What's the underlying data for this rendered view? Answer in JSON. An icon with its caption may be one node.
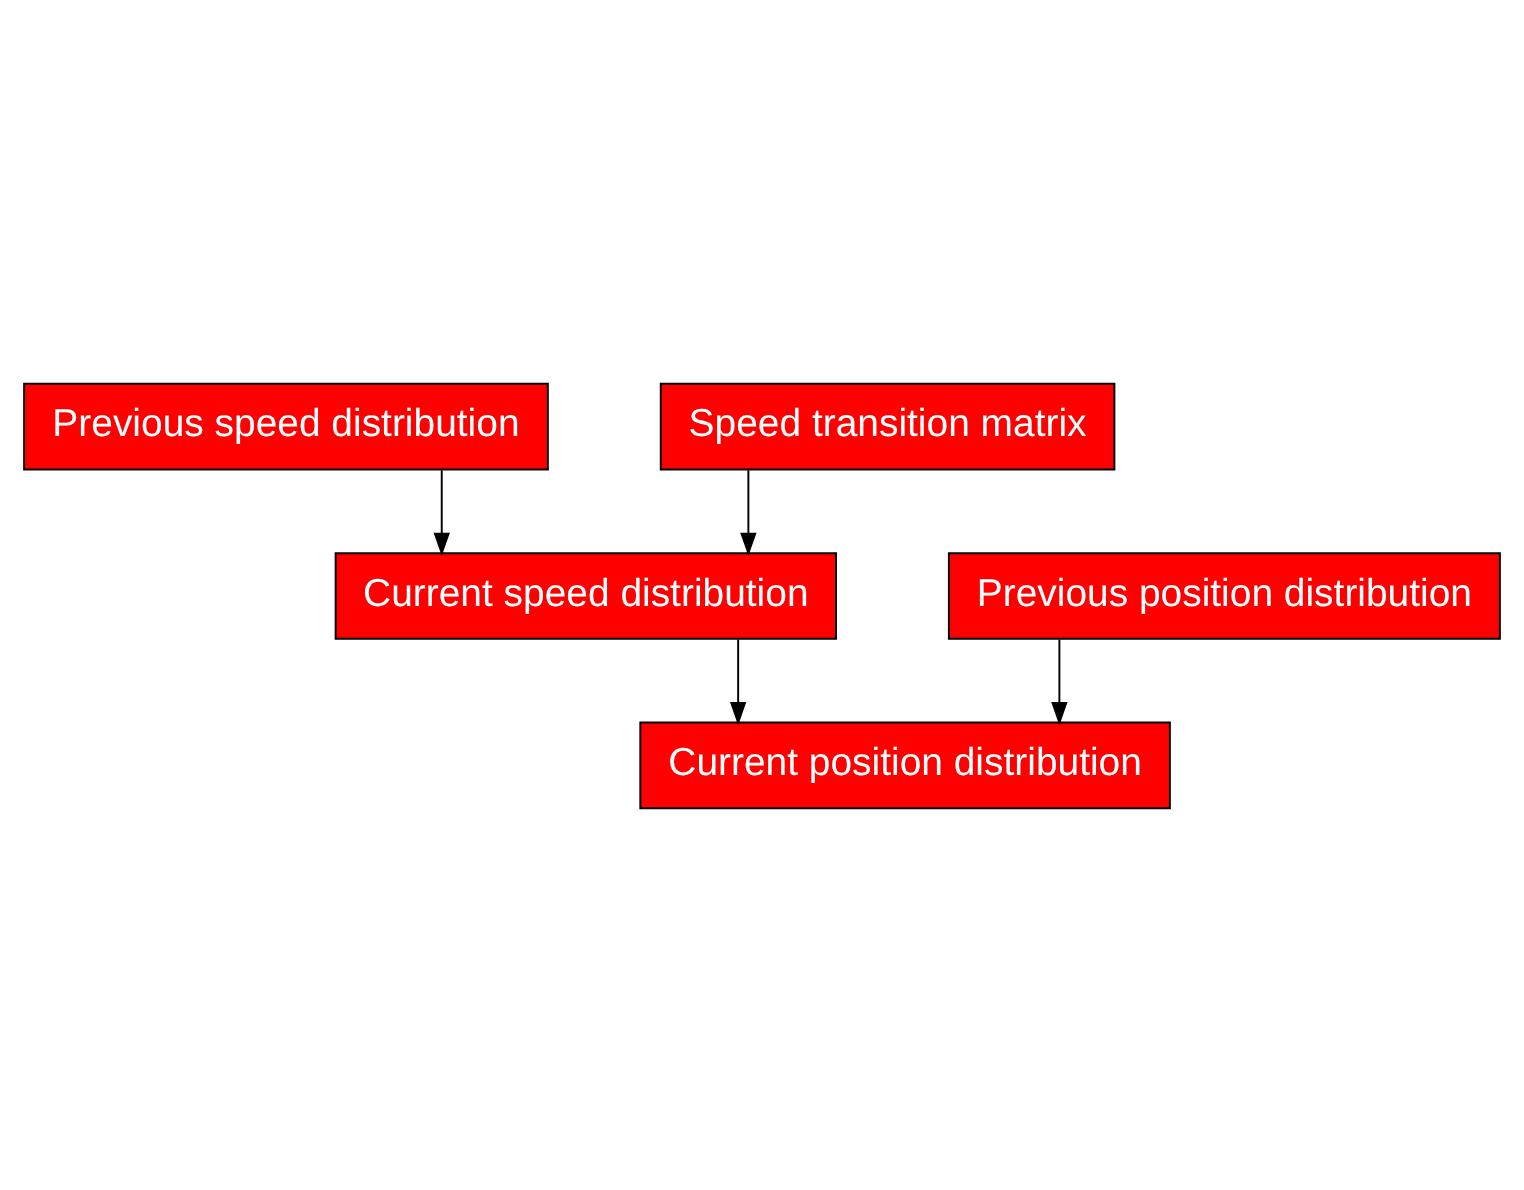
{
  "diagram": {
    "nodes": [
      {
        "text": [
          "Previous speed distribution"
        ]
      },
      {
        "text": [
          "Speed transition matrix"
        ]
      },
      {
        "text": [
          "Current speed distribution"
        ]
      },
      {
        "text": [
          "Previous position distribution"
        ]
      },
      {
        "text": [
          "Current position distribution"
        ]
      }
    ],
    "edges": [
      {
        "from": 0,
        "to": 2,
        "arrow": "to"
      },
      {
        "from": 1,
        "to": 2,
        "arrow": "to"
      },
      {
        "from": 2,
        "to": 4,
        "arrow": "to"
      },
      {
        "from": 3,
        "to": 4,
        "arrow": "to"
      }
    ]
  }
}
